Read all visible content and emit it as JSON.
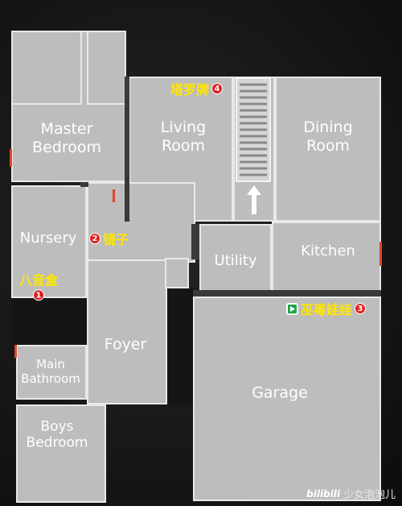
{
  "rooms": {
    "master_bedroom": "Master\nBedroom",
    "living_room": "Living\nRoom",
    "dining_room": "Dining\nRoom",
    "nursery": "Nursery",
    "utility": "Utility",
    "kitchen": "Kitchen",
    "foyer": "Foyer",
    "main_bathroom": "Main\nBathroom",
    "garage": "Garage",
    "boys_bedroom": "Boys\nBedroom"
  },
  "markers": [
    {
      "number": "1",
      "label": "八音盒"
    },
    {
      "number": "2",
      "label": "镜子"
    },
    {
      "number": "3",
      "label": "巫毒娃娃"
    },
    {
      "number": "4",
      "label": "塔罗牌"
    }
  ],
  "icons": {
    "start_marker": "play-icon",
    "stairs_arrow": "arrow-up-icon"
  },
  "colors": {
    "floor": "#bdbdbd",
    "marker_text": "#ffe600",
    "marker_badge": "#e11d1d",
    "start_marker": "#1fa64a"
  },
  "watermark": {
    "logo": "bilibili",
    "author": "少女泡泡儿"
  }
}
